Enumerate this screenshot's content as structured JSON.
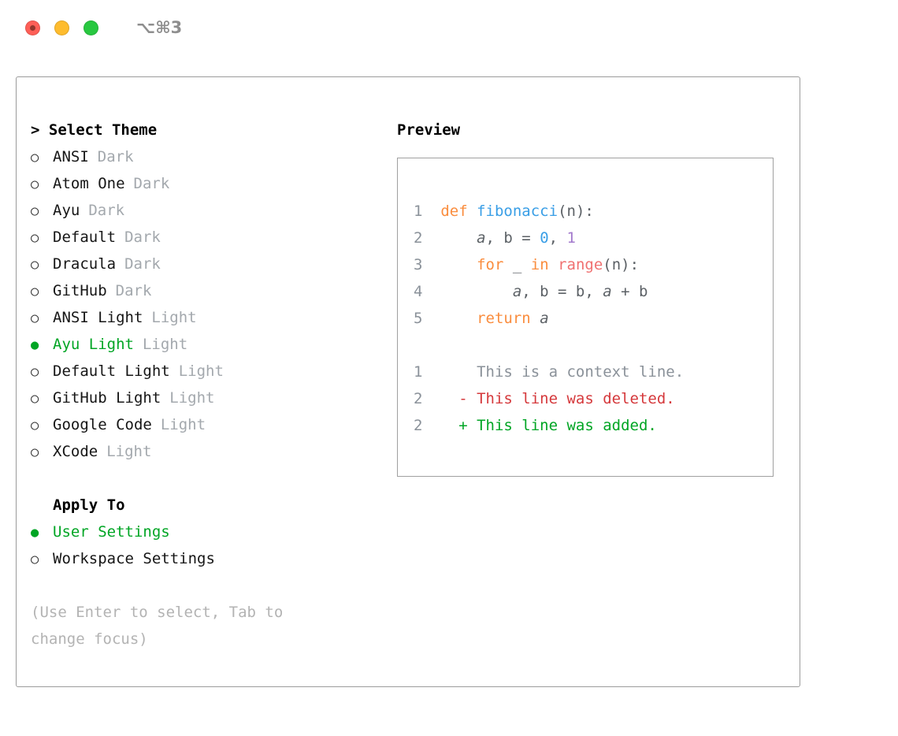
{
  "titlebar": {
    "shortcut": "⌥⌘3"
  },
  "theme_select": {
    "title": "> Select Theme",
    "items": [
      {
        "name": "ANSI",
        "variant": "Dark",
        "selected": false
      },
      {
        "name": "Atom One",
        "variant": "Dark",
        "selected": false
      },
      {
        "name": "Ayu",
        "variant": "Dark",
        "selected": false
      },
      {
        "name": "Default",
        "variant": "Dark",
        "selected": false
      },
      {
        "name": "Dracula",
        "variant": "Dark",
        "selected": false
      },
      {
        "name": "GitHub",
        "variant": "Dark",
        "selected": false
      },
      {
        "name": "ANSI Light",
        "variant": "Light",
        "selected": false
      },
      {
        "name": "Ayu Light",
        "variant": "Light",
        "selected": true
      },
      {
        "name": "Default Light",
        "variant": "Light",
        "selected": false
      },
      {
        "name": "GitHub Light",
        "variant": "Light",
        "selected": false
      },
      {
        "name": "Google Code",
        "variant": "Light",
        "selected": false
      },
      {
        "name": "XCode",
        "variant": "Light",
        "selected": false
      }
    ]
  },
  "apply_to": {
    "title": "Apply To",
    "items": [
      {
        "name": "User Settings",
        "selected": true
      },
      {
        "name": "Workspace Settings",
        "selected": false
      }
    ]
  },
  "hint": "(Use Enter to select, Tab to change focus)",
  "preview": {
    "title": "Preview",
    "code_lines": [
      [
        [
          "ln",
          "1  "
        ],
        [
          "kw",
          "def"
        ],
        [
          "plain",
          " "
        ],
        [
          "fn",
          "fibonacci"
        ],
        [
          "plain",
          "(n):"
        ]
      ],
      [
        [
          "ln",
          "2  "
        ],
        [
          "plain",
          "    "
        ],
        [
          "var",
          "a"
        ],
        [
          "plain",
          ", b = "
        ],
        [
          "blue",
          "0"
        ],
        [
          "plain",
          ", "
        ],
        [
          "purple",
          "1"
        ]
      ],
      [
        [
          "ln",
          "3  "
        ],
        [
          "plain",
          "    "
        ],
        [
          "kw",
          "for"
        ],
        [
          "plain",
          " _ "
        ],
        [
          "kw",
          "in"
        ],
        [
          "plain",
          " "
        ],
        [
          "pink",
          "range"
        ],
        [
          "plain",
          "(n):"
        ]
      ],
      [
        [
          "ln",
          "4  "
        ],
        [
          "plain",
          "        "
        ],
        [
          "var",
          "a"
        ],
        [
          "plain",
          ", b = b, "
        ],
        [
          "var",
          "a"
        ],
        [
          "plain",
          " + b"
        ]
      ],
      [
        [
          "ln",
          "5  "
        ],
        [
          "plain",
          "    "
        ],
        [
          "kw",
          "return"
        ],
        [
          "plain",
          " "
        ],
        [
          "var",
          "a"
        ]
      ],
      [],
      [
        [
          "ln",
          "1  "
        ],
        [
          "ctx",
          "    This is a context line."
        ]
      ],
      [
        [
          "ln",
          "2  "
        ],
        [
          "del",
          "  - This line was deleted."
        ]
      ],
      [
        [
          "ln",
          "2  "
        ],
        [
          "add",
          "  + This line was added."
        ]
      ]
    ]
  },
  "colors": {
    "accent_green": "#00a524",
    "keyword_orange": "#fa8d3e",
    "function_blue": "#399ee6",
    "number_purple": "#a37acc",
    "builtin_pink": "#f07171",
    "plain_code": "#5c6166",
    "line_number_gray": "#8a9199",
    "diff_red": "#d5393c",
    "diff_green": "#00a524",
    "muted_gray": "#a3a8ad",
    "traffic_red": "#ff5f57",
    "traffic_yellow": "#febc2e",
    "traffic_green": "#28c840"
  }
}
